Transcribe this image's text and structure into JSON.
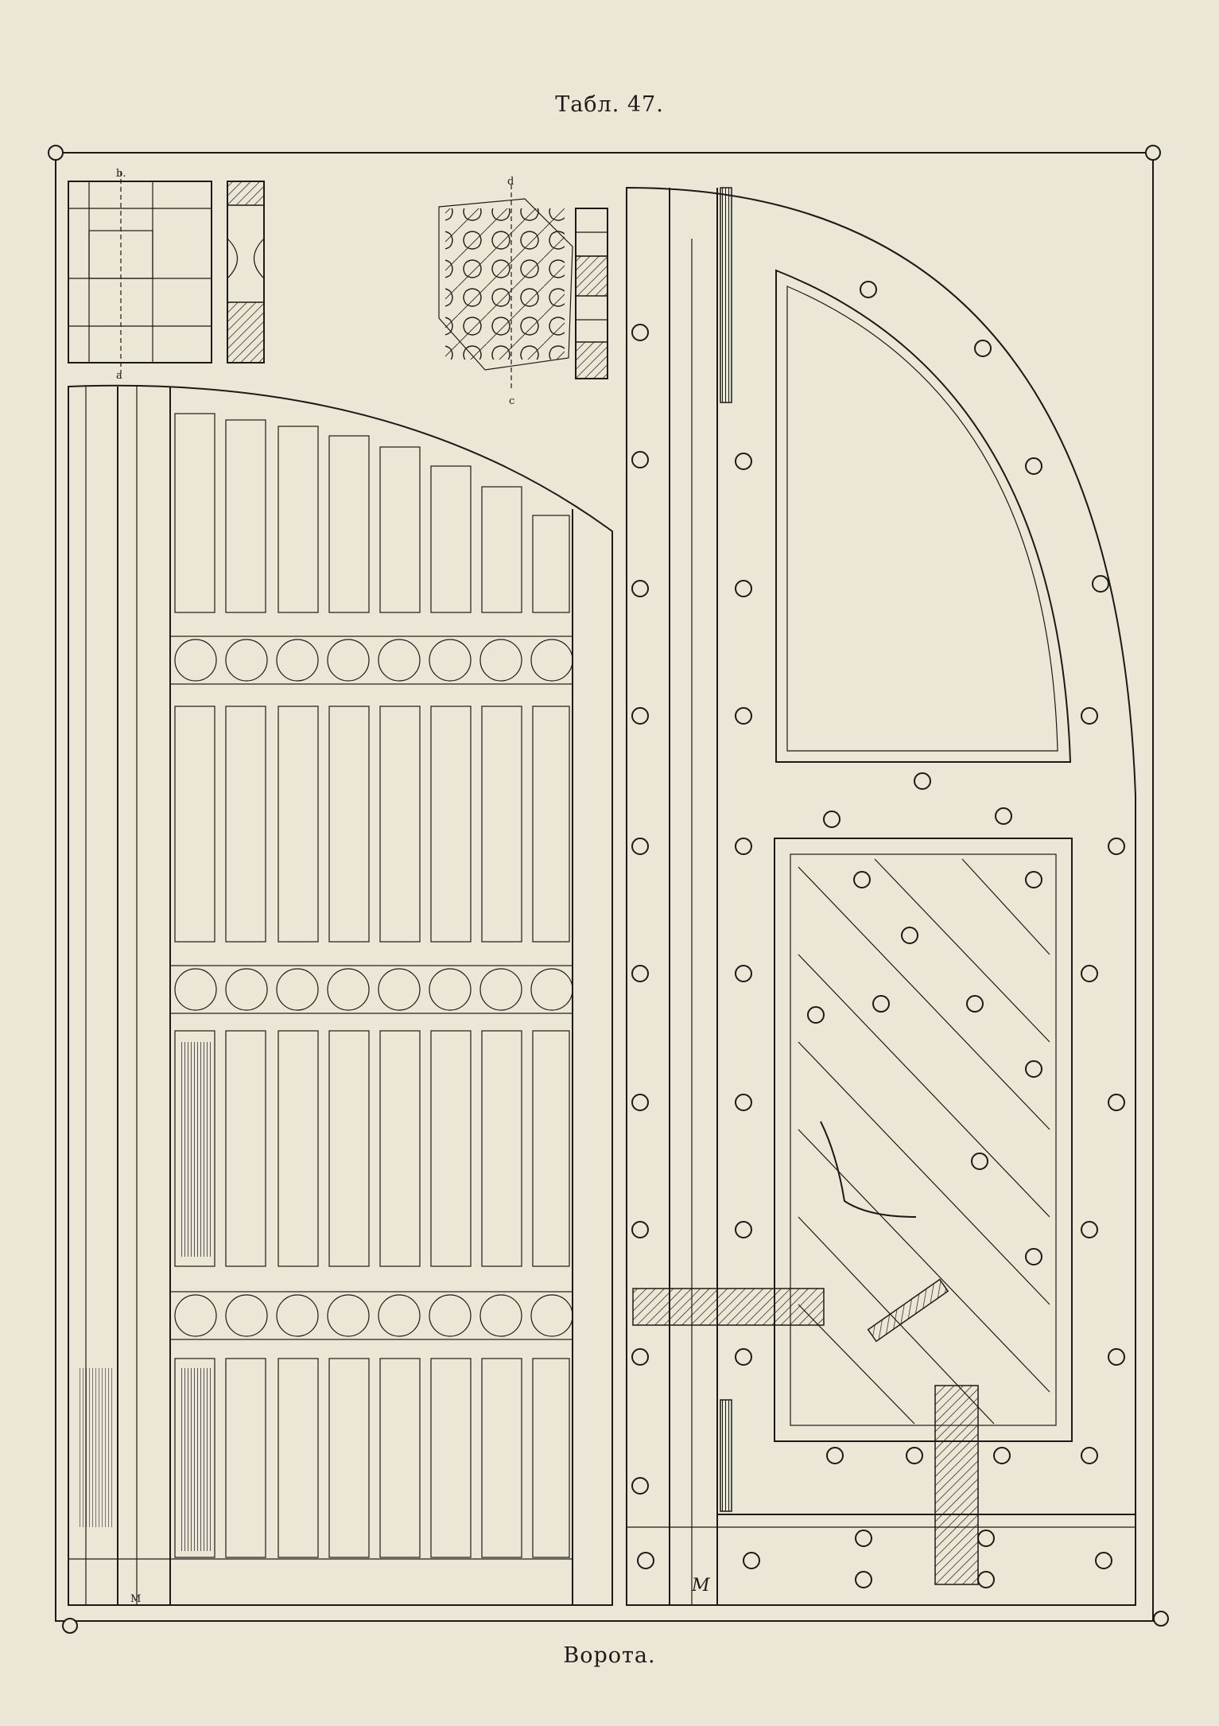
{
  "header": {
    "plate_number": "Табл. 47."
  },
  "footer": {
    "caption": "Ворота."
  },
  "drawing_labels": {
    "detail_a_top": "b.",
    "detail_a_bottom": "a",
    "detail_b_top": "d",
    "detail_b_bottom": "c",
    "section_left": "M",
    "section_right": "M"
  }
}
